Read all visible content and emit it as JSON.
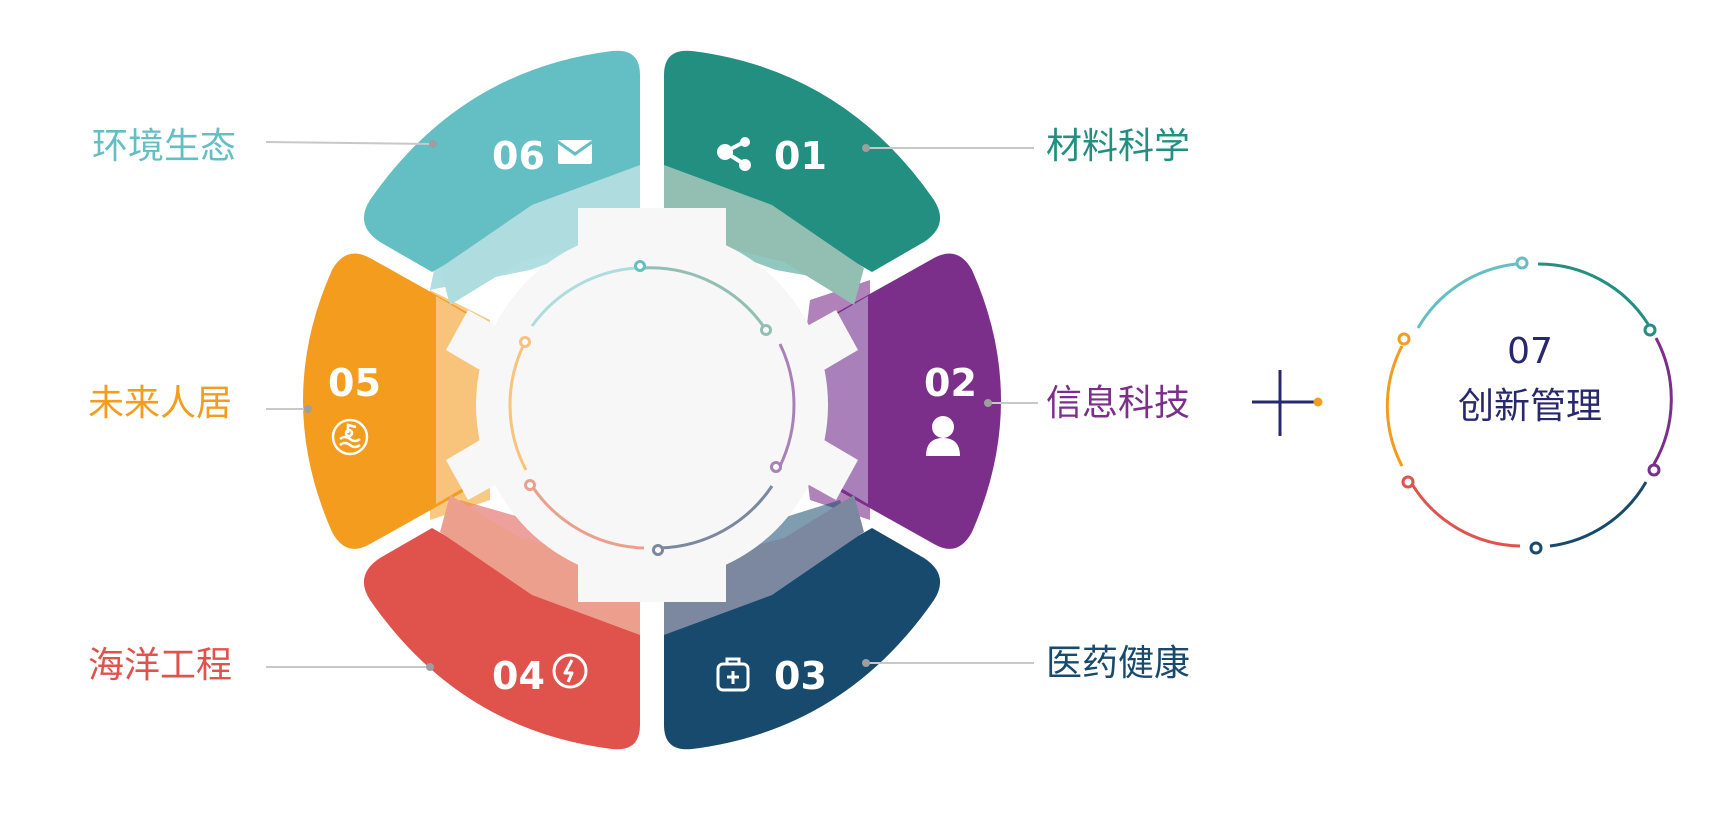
{
  "colors": {
    "teal_light": "#63bfc4",
    "teal_dark": "#228f80",
    "purple": "#7b2f8b",
    "navy": "#184a6d",
    "red": "#e0524c",
    "orange": "#f39c1e",
    "center_navy": "#28286e",
    "hub_bg": "#f7f7f7"
  },
  "segments": [
    {
      "num": "01",
      "label": "材料科学",
      "icon": "share-icon",
      "color": "#228f80"
    },
    {
      "num": "02",
      "label": "信息科技",
      "icon": "user-icon",
      "color": "#7b2f8b"
    },
    {
      "num": "03",
      "label": "医药健康",
      "icon": "medical-bag-icon",
      "color": "#184a6d"
    },
    {
      "num": "04",
      "label": "海洋工程",
      "icon": "energy-cycle-icon",
      "color": "#e0524c"
    },
    {
      "num": "05",
      "label": "未来人居",
      "icon": "waves-icon",
      "color": "#f39c1e"
    },
    {
      "num": "06",
      "label": "环境生态",
      "icon": "mail-icon",
      "color": "#63bfc4"
    }
  ],
  "extra": {
    "num": "07",
    "label": "创新管理"
  }
}
